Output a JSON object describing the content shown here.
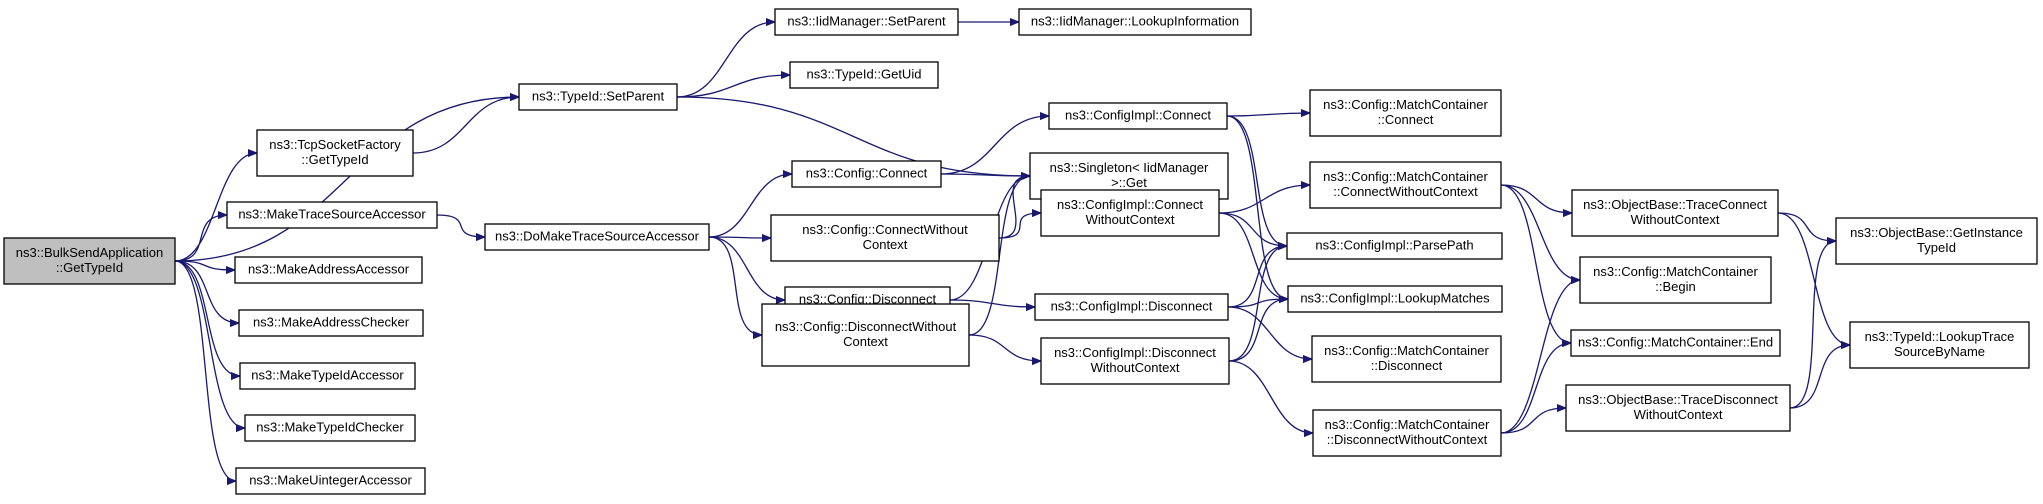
{
  "graph": {
    "title": "",
    "edge_color": "#191970",
    "root_fill": "#bfbfbf",
    "nodes": [
      {
        "id": "root",
        "lines": [
          "ns3::BulkSendApplication",
          "::GetTypeId"
        ],
        "root": true
      },
      {
        "id": "tcpsock",
        "lines": [
          "ns3::TcpSocketFactory",
          "::GetTypeId"
        ]
      },
      {
        "id": "mktrace",
        "lines": [
          "ns3::MakeTraceSourceAccessor"
        ]
      },
      {
        "id": "mkaddracc",
        "lines": [
          "ns3::MakeAddressAccessor"
        ]
      },
      {
        "id": "mkaddrchk",
        "lines": [
          "ns3::MakeAddressChecker"
        ]
      },
      {
        "id": "mktidacc",
        "lines": [
          "ns3::MakeTypeIdAccessor"
        ]
      },
      {
        "id": "mktidchk",
        "lines": [
          "ns3::MakeTypeIdChecker"
        ]
      },
      {
        "id": "mkuint",
        "lines": [
          "ns3::MakeUintegerAccessor"
        ]
      },
      {
        "id": "setparent",
        "lines": [
          "ns3::TypeId::SetParent"
        ]
      },
      {
        "id": "domktrace",
        "lines": [
          "ns3::DoMakeTraceSourceAccessor"
        ]
      },
      {
        "id": "iidsetparent",
        "lines": [
          "ns3::IidManager::SetParent"
        ]
      },
      {
        "id": "iidlookup",
        "lines": [
          "ns3::IidManager::LookupInformation"
        ]
      },
      {
        "id": "getuid",
        "lines": [
          "ns3::TypeId::GetUid"
        ]
      },
      {
        "id": "cfgconnect",
        "lines": [
          "ns3::Config::Connect"
        ]
      },
      {
        "id": "cfgconnwoc",
        "lines": [
          "ns3::Config::ConnectWithout",
          "Context"
        ]
      },
      {
        "id": "cfgdisc",
        "lines": [
          "ns3::Config::Disconnect"
        ]
      },
      {
        "id": "cfgdiscwoc",
        "lines": [
          "ns3::Config::DisconnectWithout",
          "Context"
        ]
      },
      {
        "id": "implconnect",
        "lines": [
          "ns3::ConfigImpl::Connect"
        ]
      },
      {
        "id": "singleton",
        "lines": [
          "ns3::Singleton< IidManager",
          ">::Get"
        ]
      },
      {
        "id": "implconnwoc",
        "lines": [
          "ns3::ConfigImpl::Connect",
          "WithoutContext"
        ]
      },
      {
        "id": "impldisc",
        "lines": [
          "ns3::ConfigImpl::Disconnect"
        ]
      },
      {
        "id": "impldiscwoc",
        "lines": [
          "ns3::ConfigImpl::Disconnect",
          "WithoutContext"
        ]
      },
      {
        "id": "mcconnect",
        "lines": [
          "ns3::Config::MatchContainer",
          "::Connect"
        ]
      },
      {
        "id": "mcconnwoc",
        "lines": [
          "ns3::Config::MatchContainer",
          "::ConnectWithoutContext"
        ]
      },
      {
        "id": "parsepath",
        "lines": [
          "ns3::ConfigImpl::ParsePath"
        ]
      },
      {
        "id": "lookupm",
        "lines": [
          "ns3::ConfigImpl::LookupMatches"
        ]
      },
      {
        "id": "mcdisc",
        "lines": [
          "ns3::Config::MatchContainer",
          "::Disconnect"
        ]
      },
      {
        "id": "mcdiscwoc",
        "lines": [
          "ns3::Config::MatchContainer",
          "::DisconnectWithoutContext"
        ]
      },
      {
        "id": "obtracewoc",
        "lines": [
          "ns3::ObjectBase::TraceConnect",
          "WithoutContext"
        ]
      },
      {
        "id": "mcbegin",
        "lines": [
          "ns3::Config::MatchContainer",
          "::Begin"
        ]
      },
      {
        "id": "mcend",
        "lines": [
          "ns3::Config::MatchContainer::End"
        ]
      },
      {
        "id": "obtracediscwoc",
        "lines": [
          "ns3::ObjectBase::TraceDisconnect",
          "WithoutContext"
        ]
      },
      {
        "id": "obgetinst",
        "lines": [
          "ns3::ObjectBase::GetInstance",
          "TypeId"
        ]
      },
      {
        "id": "tidlookup",
        "lines": [
          "ns3::TypeId::LookupTrace",
          "SourceByName"
        ]
      }
    ],
    "edges": [
      [
        "root",
        "setparent"
      ],
      [
        "root",
        "tcpsock"
      ],
      [
        "root",
        "mktrace"
      ],
      [
        "root",
        "mkaddracc"
      ],
      [
        "root",
        "mkaddrchk"
      ],
      [
        "root",
        "mktidacc"
      ],
      [
        "root",
        "mktidchk"
      ],
      [
        "root",
        "mkuint"
      ],
      [
        "tcpsock",
        "setparent"
      ],
      [
        "setparent",
        "iidsetparent"
      ],
      [
        "setparent",
        "getuid"
      ],
      [
        "setparent",
        "singleton"
      ],
      [
        "iidsetparent",
        "iidlookup"
      ],
      [
        "mktrace",
        "domktrace"
      ],
      [
        "domktrace",
        "cfgconnect"
      ],
      [
        "domktrace",
        "cfgconnwoc"
      ],
      [
        "domktrace",
        "cfgdisc"
      ],
      [
        "domktrace",
        "cfgdiscwoc"
      ],
      [
        "cfgconnect",
        "implconnect"
      ],
      [
        "cfgconnect",
        "singleton"
      ],
      [
        "cfgconnwoc",
        "singleton"
      ],
      [
        "cfgconnwoc",
        "implconnwoc"
      ],
      [
        "cfgdisc",
        "singleton"
      ],
      [
        "cfgdisc",
        "impldisc"
      ],
      [
        "cfgdiscwoc",
        "singleton"
      ],
      [
        "cfgdiscwoc",
        "impldiscwoc"
      ],
      [
        "implconnect",
        "mcconnect"
      ],
      [
        "implconnect",
        "parsepath"
      ],
      [
        "implconnect",
        "lookupm"
      ],
      [
        "implconnwoc",
        "mcconnwoc"
      ],
      [
        "implconnwoc",
        "parsepath"
      ],
      [
        "implconnwoc",
        "lookupm"
      ],
      [
        "impldisc",
        "parsepath"
      ],
      [
        "impldisc",
        "lookupm"
      ],
      [
        "impldisc",
        "mcdisc"
      ],
      [
        "impldiscwoc",
        "parsepath"
      ],
      [
        "impldiscwoc",
        "lookupm"
      ],
      [
        "impldiscwoc",
        "mcdiscwoc"
      ],
      [
        "mcconnwoc",
        "obtracewoc"
      ],
      [
        "mcconnwoc",
        "mcbegin"
      ],
      [
        "mcconnwoc",
        "mcend"
      ],
      [
        "mcdiscwoc",
        "mcbegin"
      ],
      [
        "mcdiscwoc",
        "mcend"
      ],
      [
        "mcdiscwoc",
        "obtracediscwoc"
      ],
      [
        "obtracewoc",
        "obgetinst"
      ],
      [
        "obtracewoc",
        "tidlookup"
      ],
      [
        "obtracediscwoc",
        "obgetinst"
      ],
      [
        "obtracediscwoc",
        "tidlookup"
      ]
    ]
  }
}
